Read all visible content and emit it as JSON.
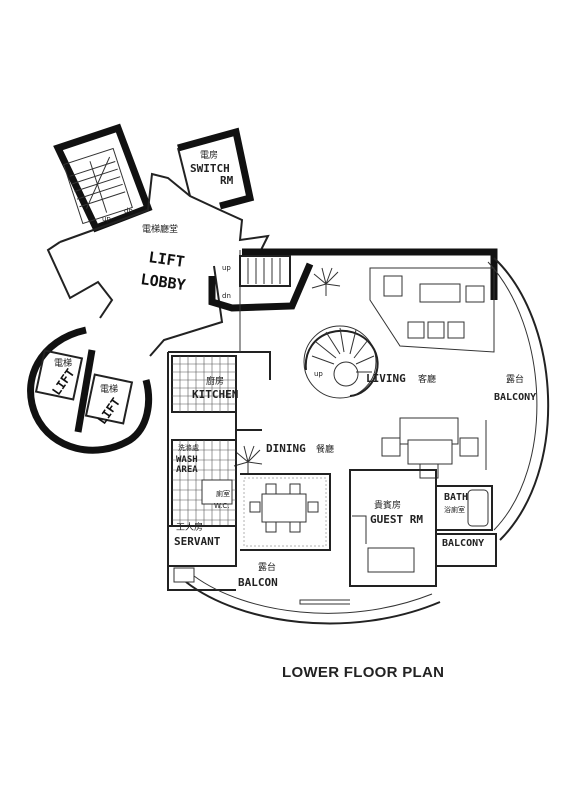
{
  "title": "LOWER FLOOR PLAN",
  "stairs": {
    "up": "up",
    "dn": "dn"
  },
  "rooms": {
    "switch_room": {
      "zh": "電房",
      "en1": "SWITCH",
      "en2": "RM"
    },
    "lift_lobby": {
      "zh": "電梯廳堂",
      "en1": "LIFT",
      "en2": "LOBBY"
    },
    "lift1": {
      "zh": "電梯",
      "en": "LIFT"
    },
    "lift2": {
      "zh": "電梯",
      "en": "LIFT"
    },
    "kitchen": {
      "zh": "廚房",
      "en": "KITCHEN"
    },
    "wash_area": {
      "zh": "洗滌處",
      "en1": "WASH",
      "en2": "AREA"
    },
    "wc": {
      "zh": "廁室",
      "en": "W.C."
    },
    "servant": {
      "zh": "工人房",
      "en": "SERVANT"
    },
    "living": {
      "en": "LIVING",
      "zh": "客廳"
    },
    "dining": {
      "en": "DINING",
      "zh": "餐廳"
    },
    "guest_rm": {
      "zh": "貴賓房",
      "en": "GUEST RM"
    },
    "bath": {
      "en": "BATH",
      "zh": "浴廁室"
    },
    "balcony_east": {
      "zh": "露台",
      "en": "BALCONY"
    },
    "balcony_small": {
      "en": "BALCONY"
    },
    "balcony_south": {
      "zh": "露台",
      "en": "BALCON"
    }
  }
}
